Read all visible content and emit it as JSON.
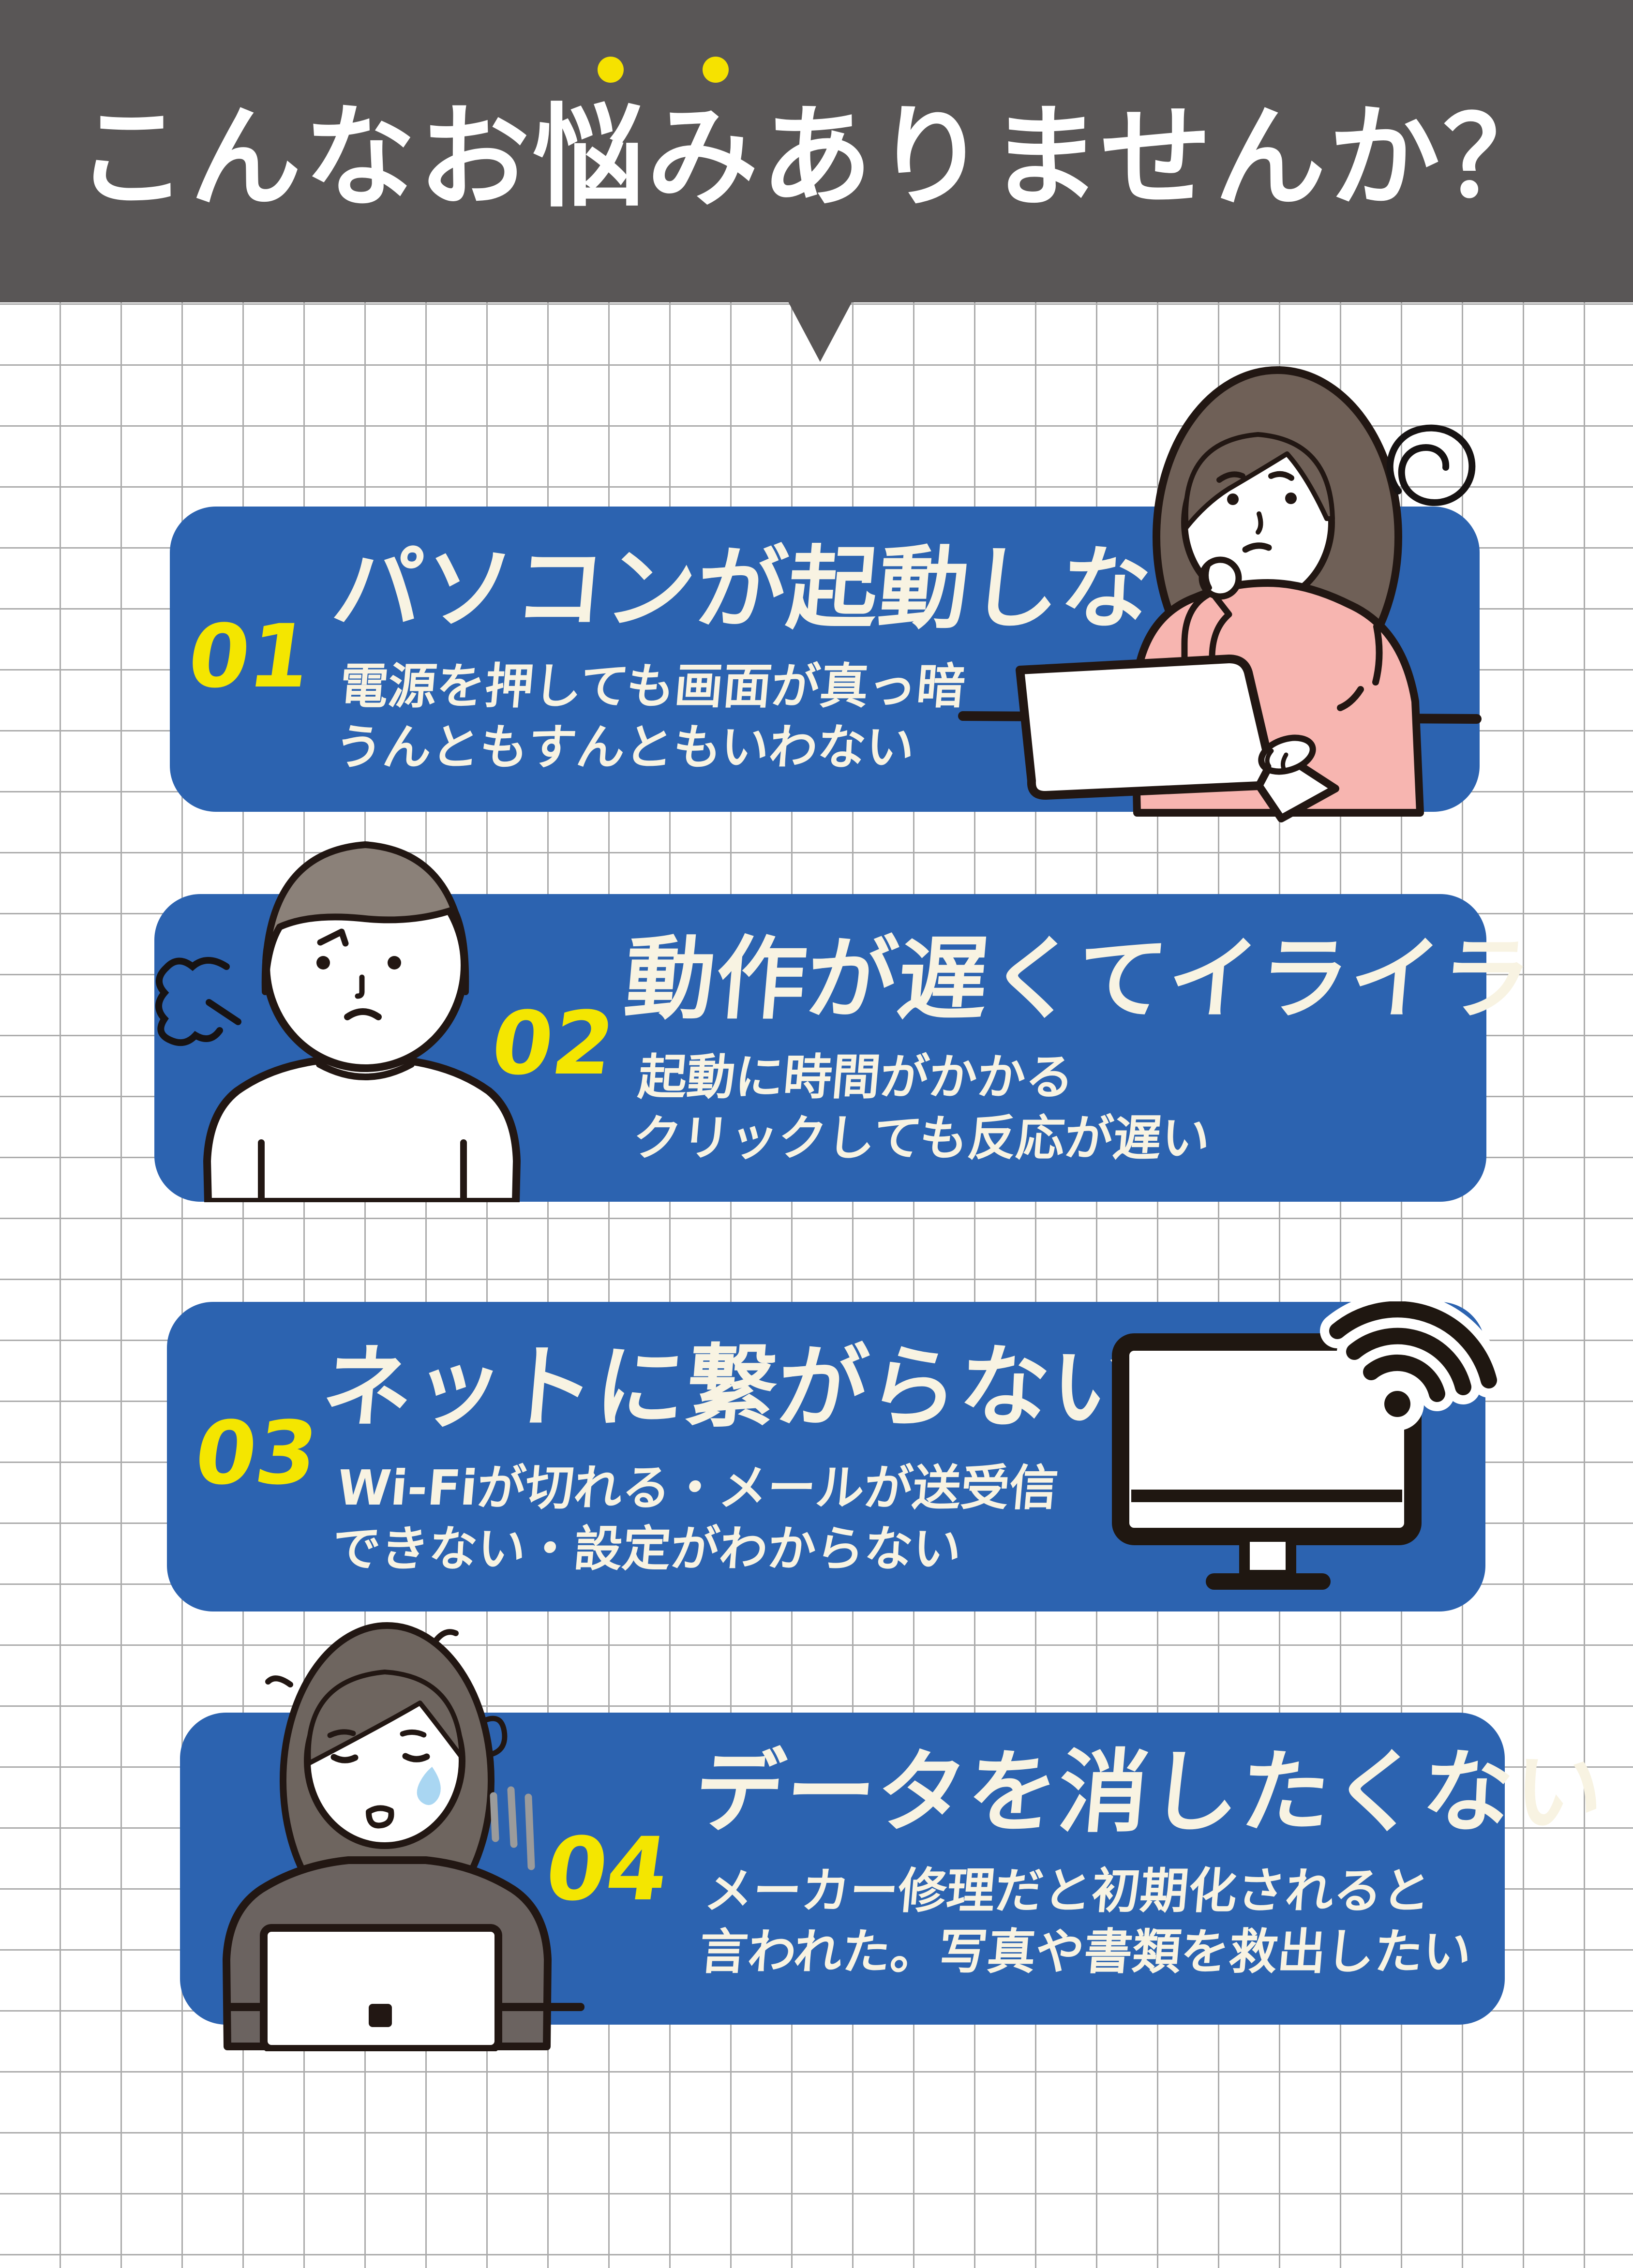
{
  "header": {
    "title": "こんなお悩みありませんか？",
    "decoration": "two-yellow-dots"
  },
  "pointer": "down-triangle",
  "cards": [
    {
      "number": "01",
      "title": "パソコンが起動しない",
      "description_lines": [
        "電源を押しても画面が真っ暗",
        "うんともすんともいわない"
      ],
      "illustration": "woman-thinking-at-laptop"
    },
    {
      "number": "02",
      "title": "動作が遅くてイライラ",
      "description_lines": [
        "起動に時間がかかる",
        "クリックしても反応が遅い"
      ],
      "illustration": "frustrated-man-with-anger-puff"
    },
    {
      "number": "03",
      "title": "ネットに繋がらない",
      "description_lines": [
        "Wi-Fiが切れる・メールが送受信",
        "できない・設定がわからない"
      ],
      "illustration": "monitor-with-wifi-signal"
    },
    {
      "number": "04",
      "title": "データを消したくない",
      "description_lines": [
        "メーカー修理だと初期化されると",
        "言われた。写真や書類を救出したい"
      ],
      "illustration": "crying-woman-at-laptop"
    }
  ],
  "colors": {
    "card_blue": "#2c63b0",
    "accent_yellow": "#f4e600",
    "header_gray": "#595656",
    "text_cream": "#f8f3e2",
    "grid_line": "#ababab",
    "outline_black": "#221713"
  }
}
